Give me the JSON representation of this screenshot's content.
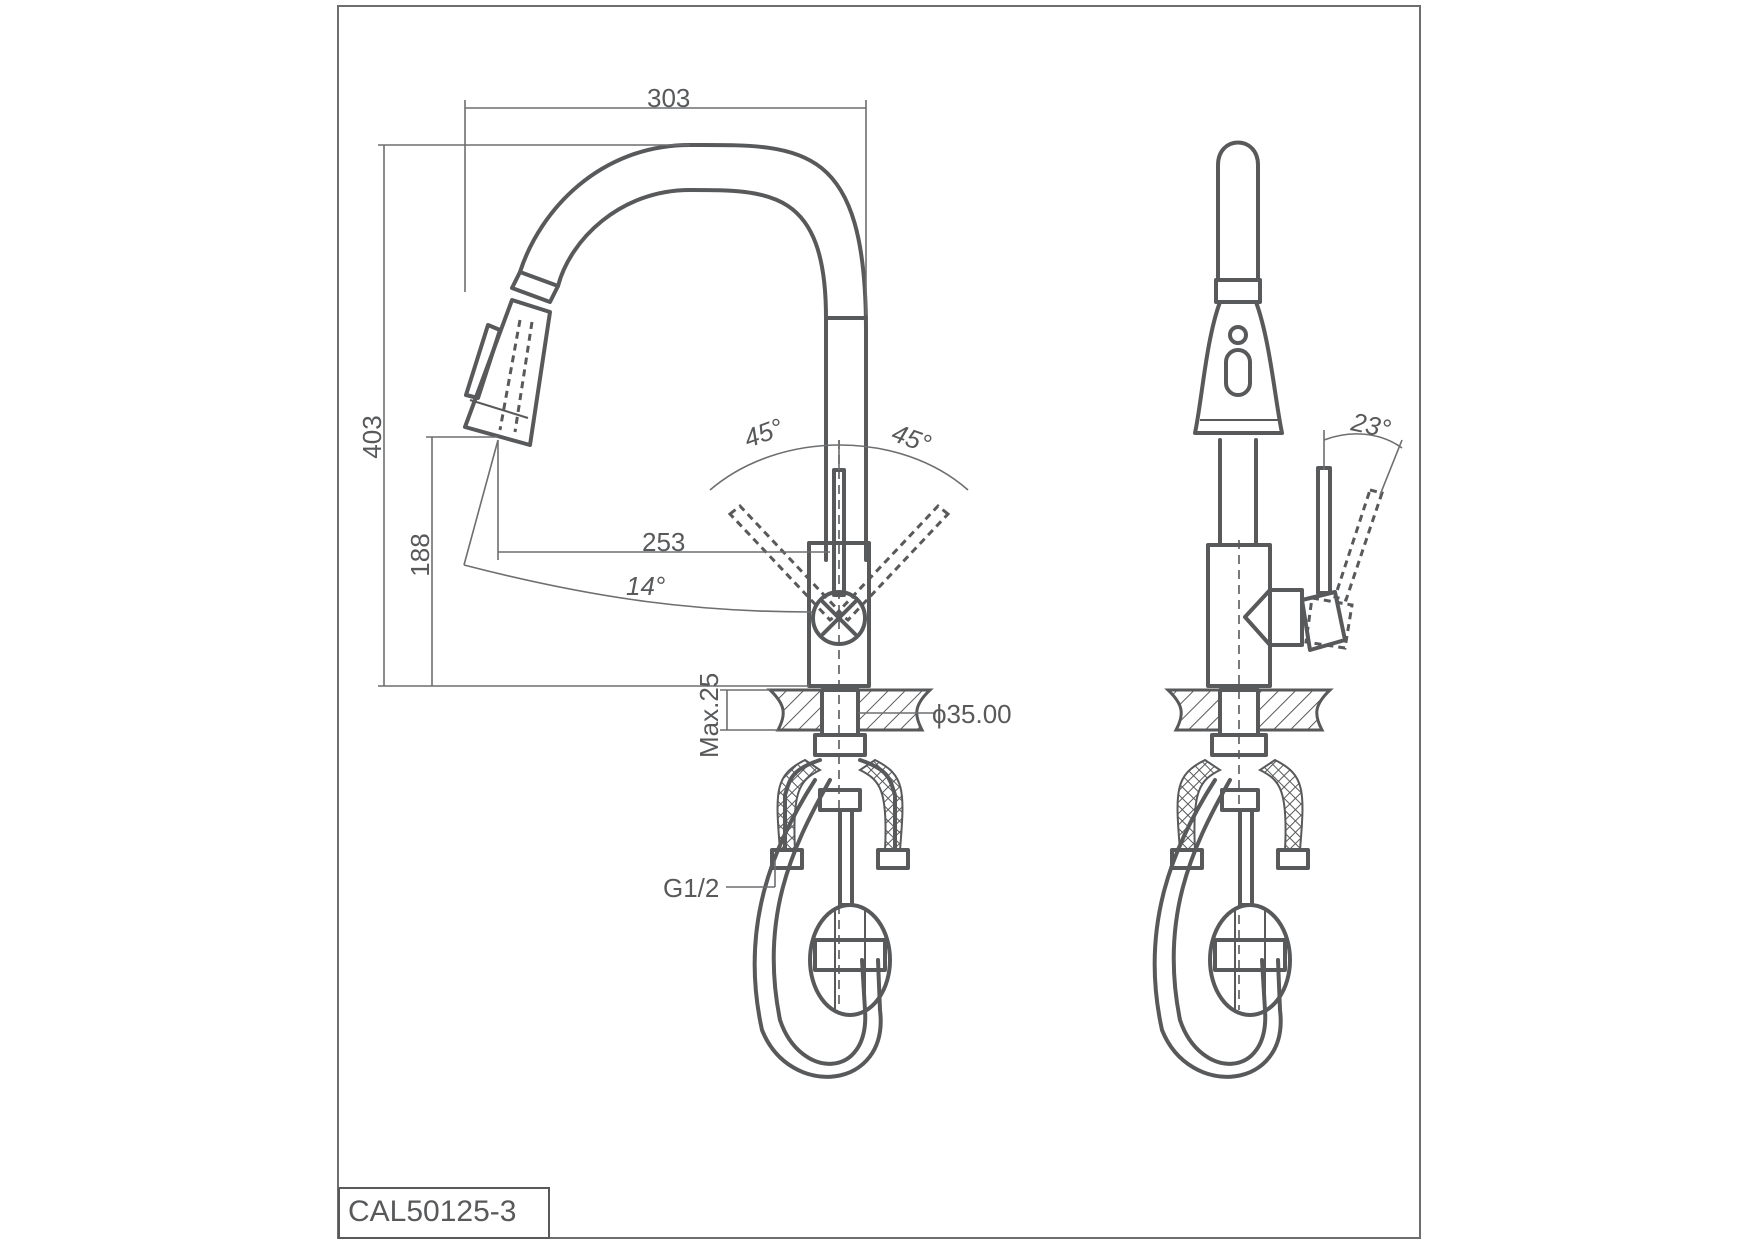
{
  "model_code": "CAL50125-3",
  "dimensions": {
    "spout_reach": "303",
    "total_height": "403",
    "spout_outlet_height": "188",
    "outlet_reach": "253",
    "spray_angle": "14°",
    "handle_angle_left": "45°",
    "handle_angle_right": "45°",
    "handle_side_angle": "23°",
    "max_deck_thickness": "Max.25",
    "mounting_hole_diameter": "ϕ35.00",
    "inlet_thread": "G1/2"
  }
}
